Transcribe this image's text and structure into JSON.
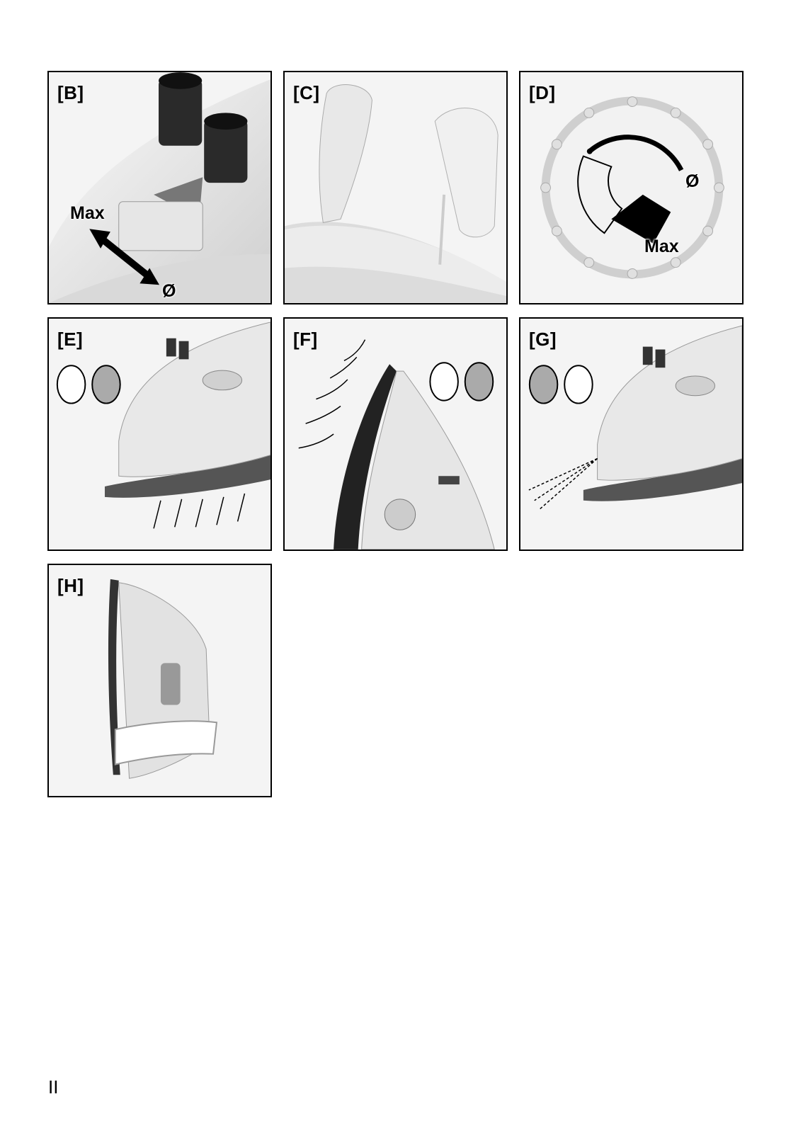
{
  "panels": {
    "B": {
      "label": "[B]",
      "max_label": "Max",
      "zero_label": "Ø"
    },
    "C": {
      "label": "[C]"
    },
    "D": {
      "label": "[D]",
      "zero_label": "Ø",
      "max_label": "Max"
    },
    "E": {
      "label": "[E]"
    },
    "F": {
      "label": "[F]"
    },
    "G": {
      "label": "[G]"
    },
    "H": {
      "label": "[H]"
    }
  },
  "page_number": "II"
}
